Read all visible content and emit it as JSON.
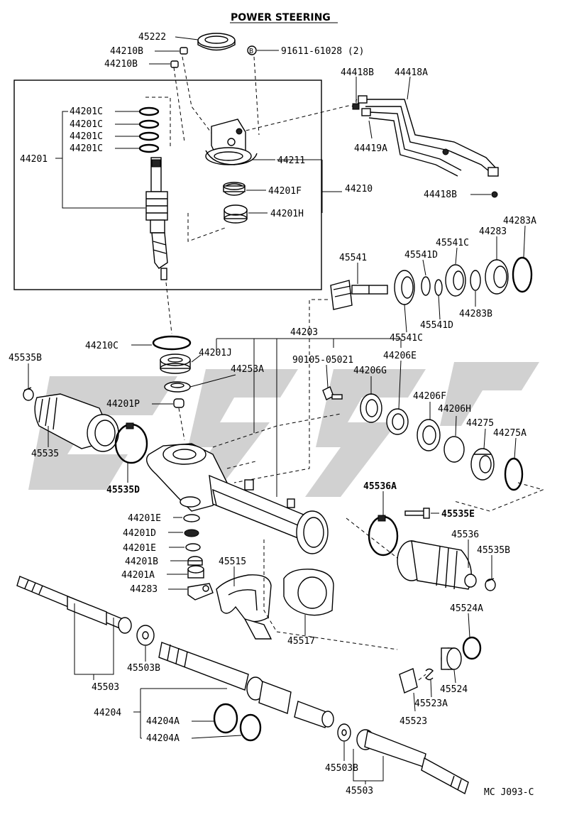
{
  "title": "POWER STEERING",
  "ref_code": "MC J093-C",
  "labels": {
    "l45222": "45222",
    "l44210B_1": "44210B",
    "l44210B_2": "44210B",
    "l91611": "91611-61028 (2)",
    "l44418B_top": "44418B",
    "l44418A": "44418A",
    "l44419A": "44419A",
    "l44418B_bot": "44418B",
    "l44201C_1": "44201C",
    "l44201C_2": "44201C",
    "l44201C_3": "44201C",
    "l44201C_4": "44201C",
    "l44201": "44201",
    "l44211": "44211",
    "l44201F": "44201F",
    "l44210": "44210",
    "l44201H": "44201H",
    "l45541": "45541",
    "l45541D_top": "45541D",
    "l45541C_top": "45541C",
    "l44283_top": "44283",
    "l44283A": "44283A",
    "l44283B": "44283B",
    "l45541D_bot": "45541D",
    "l45541C_bot": "45541C",
    "l44203": "44203",
    "l44210C": "44210C",
    "l44201J": "44201J",
    "l90105": "90105-05021",
    "l44206E": "44206E",
    "l45535B_left": "45535B",
    "l44253A": "44253A",
    "l44206G": "44206G",
    "l44201P": "44201P",
    "l44206F": "44206F",
    "l44206H": "44206H",
    "l44275": "44275",
    "l44275A": "44275A",
    "l45535": "45535",
    "l45535D": "45535D",
    "l45536A": "45536A",
    "l45535E": "45535E",
    "l44201E": "44201E",
    "l44201D": "44201D",
    "l45536": "45536",
    "l44201E_2": "44201E",
    "l44201B": "44201B",
    "l45515": "45515",
    "l45535B_right": "45535B",
    "l44201A": "44201A",
    "l44283_bot": "44283",
    "l45524A": "45524A",
    "l45517": "45517",
    "l45503B_left": "45503B",
    "l45503_left": "45503",
    "l45524": "45524",
    "l44204": "44204",
    "l45523A": "45523A",
    "l45523": "45523",
    "l44204A_1": "44204A",
    "l44204A_2": "44204A",
    "l45503B_right": "45503B",
    "l45503_right": "45503"
  },
  "callout_B": "B"
}
